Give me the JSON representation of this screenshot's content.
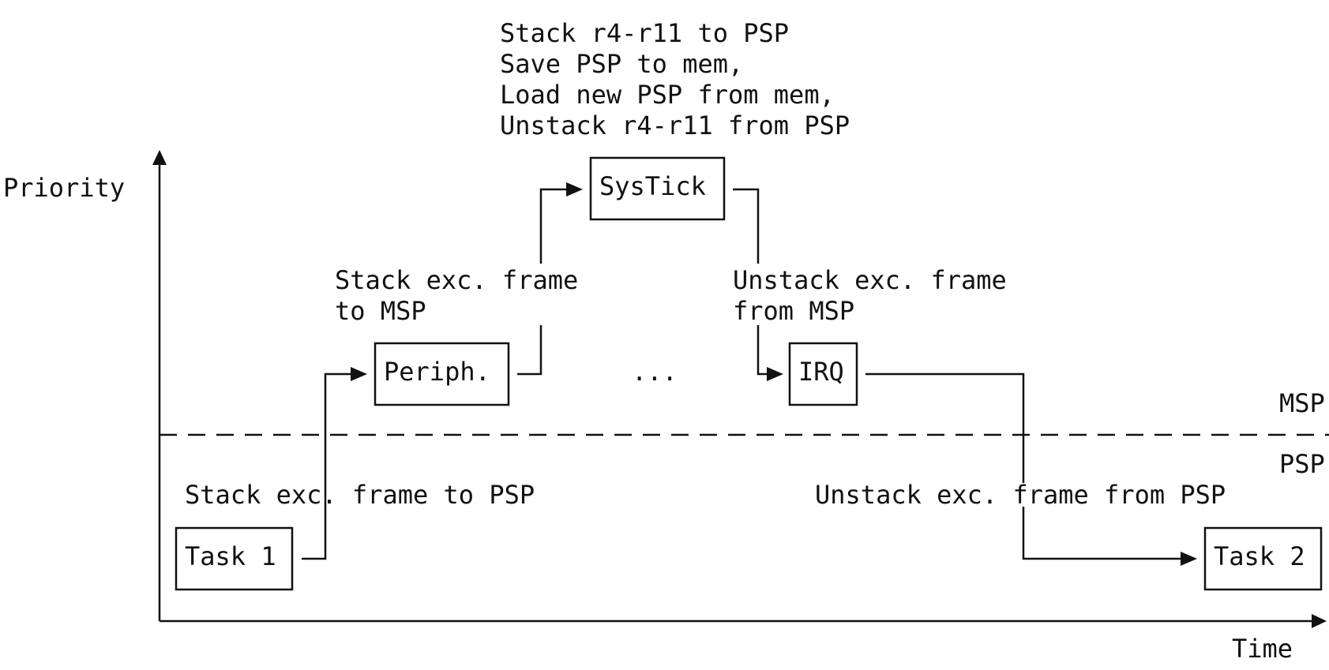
{
  "axes": {
    "y_label": "Priority",
    "x_label": "Time"
  },
  "levels": {
    "msp": "MSP",
    "psp": "PSP"
  },
  "boxes": {
    "task1": "Task 1",
    "periph": "Periph.",
    "systick": "SysTick",
    "irq": "IRQ",
    "task2": "Task 2"
  },
  "ellipsis": "...",
  "notes": {
    "stack_psp": "Stack exc. frame to PSP",
    "stack_msp": [
      "Stack exc. frame",
      "to MSP"
    ],
    "context_switch": [
      "Stack r4-r11 to PSP",
      "Save PSP to mem,",
      "Load new PSP from mem,",
      "Unstack r4-r11 from PSP"
    ],
    "unstack_msp": [
      "Unstack exc. frame",
      "from MSP"
    ],
    "unstack_psp": "Unstack exc. frame from PSP"
  }
}
